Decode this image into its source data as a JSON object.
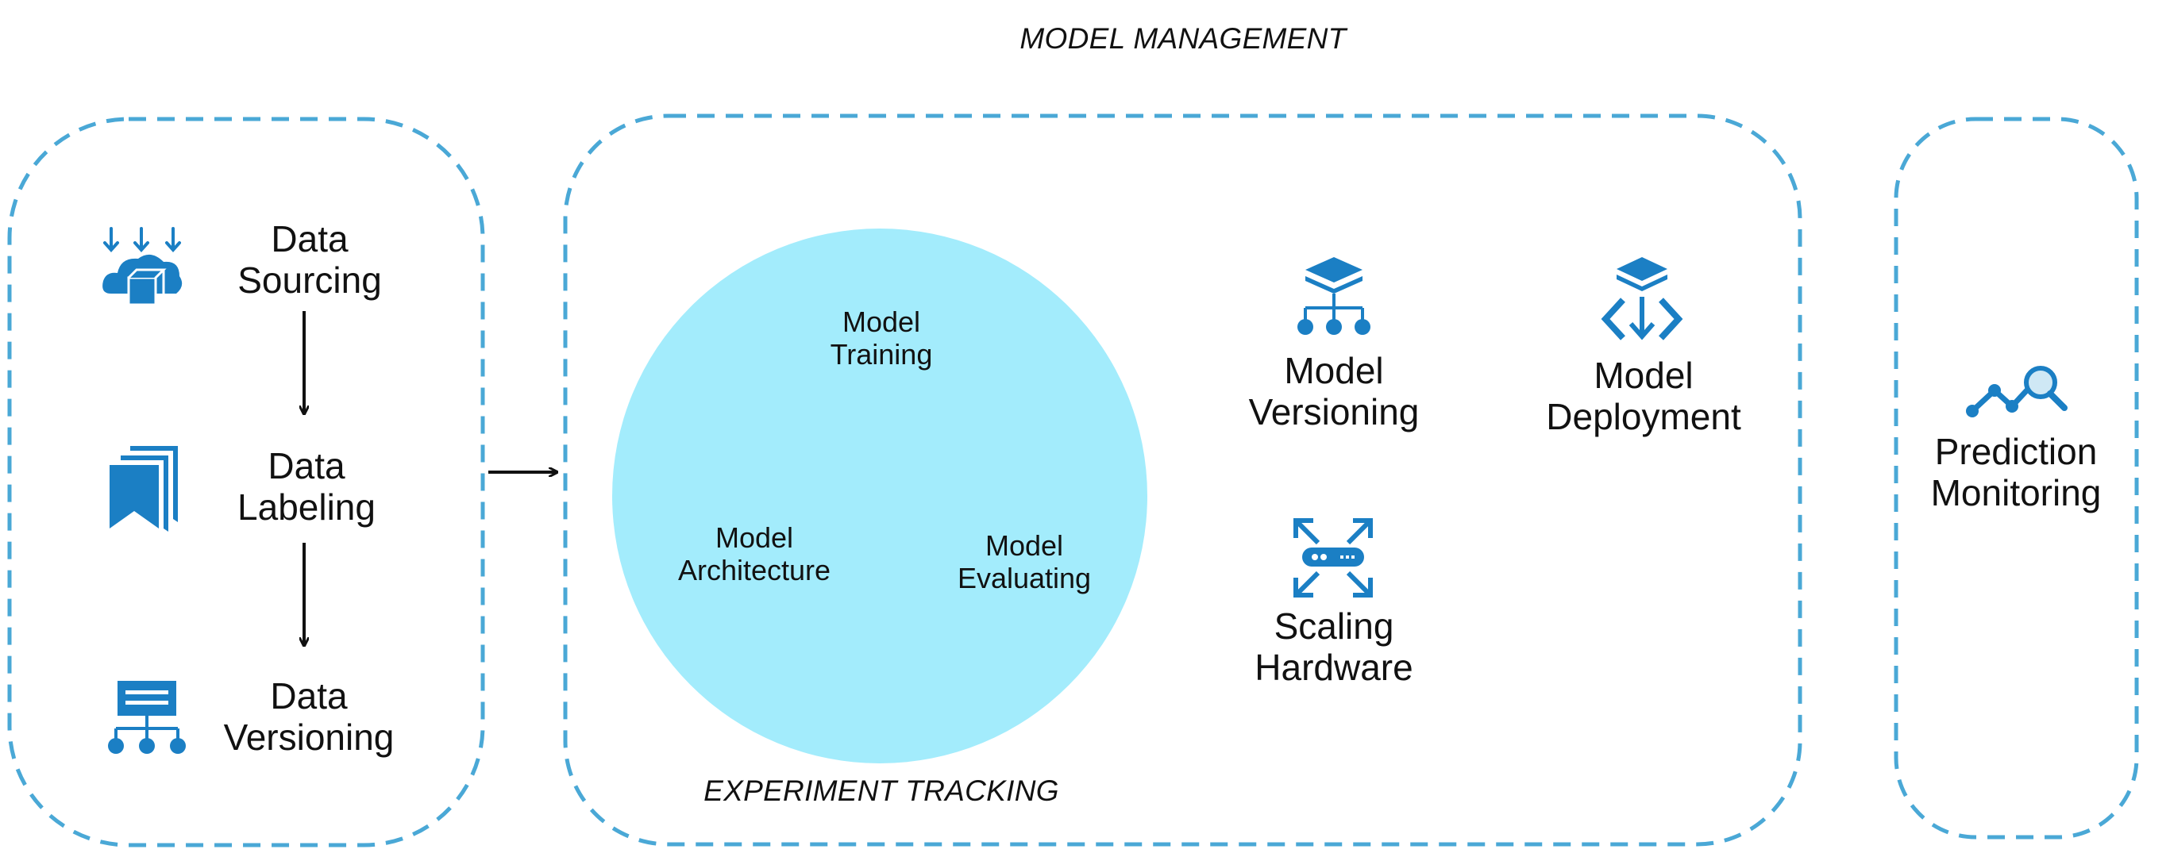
{
  "header": {
    "title": "MODEL MANAGEMENT"
  },
  "data_pipeline": {
    "sourcing": {
      "line1": "Data",
      "line2": "Sourcing"
    },
    "labeling": {
      "line1": "Data",
      "line2": "Labeling"
    },
    "versioning": {
      "line1": "Data",
      "line2": "Versioning"
    }
  },
  "experiment": {
    "caption": "EXPERIMENT TRACKING",
    "training": {
      "line1": "Model",
      "line2": "Training"
    },
    "architecture": {
      "line1": "Model",
      "line2": "Architecture"
    },
    "evaluating": {
      "line1": "Model",
      "line2": "Evaluating"
    }
  },
  "management": {
    "versioning": {
      "line1": "Model",
      "line2": "Versioning"
    },
    "deployment": {
      "line1": "Model",
      "line2": "Deployment"
    },
    "scaling": {
      "line1": "Scaling",
      "line2": "Hardware"
    }
  },
  "monitoring": {
    "line1": "Prediction",
    "line2": "Monitoring"
  },
  "icons": {
    "cloud_download": "cloud-download-icon",
    "bookmark": "bookmark-stack-icon",
    "data_tree": "data-hierarchy-icon",
    "layers_tree": "layered-hierarchy-icon",
    "layers_deploy": "layered-deploy-icon",
    "scale_expand": "expand-server-icon",
    "trend_search": "trend-search-icon"
  },
  "colors": {
    "accent": "#1b7fc4",
    "dash": "#4aa8d6",
    "circle": "#a3ecfc",
    "text": "#111111"
  }
}
